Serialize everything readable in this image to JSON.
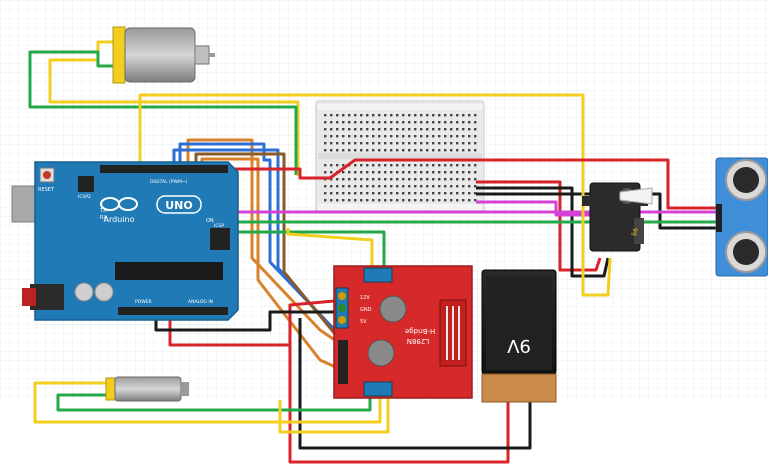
{
  "arduino": {
    "brand": "Arduino",
    "model": "UNO",
    "reset_label": "RESET",
    "icsp_label": "ICSP2",
    "icsp1_label": "ICSP",
    "tx_label": "TX",
    "rx_label": "RX",
    "l_label": "L",
    "on_label": "ON",
    "digital_label": "DIGITAL (PWM~)",
    "power_label": "POWER",
    "analog_label": "ANALOG IN"
  },
  "driver": {
    "model": "L298N",
    "name": "H-Bridge",
    "pin_12v": "12V",
    "pin_gnd": "GND",
    "pin_5v": "5V"
  },
  "battery": {
    "label": "9V"
  },
  "servo": {
    "label": "9g"
  },
  "colors": {
    "red": "#d8232a",
    "black": "#1a1a1a",
    "yellow": "#f2cf1f",
    "green": "#23a84a",
    "blue": "#2c6fd6",
    "orange": "#d9822b",
    "magenta": "#d640d6",
    "brown": "#8a5a2b",
    "board": "#1f7ab6",
    "driver_board": "#d62a2a",
    "sensor": "#3f8ed8"
  }
}
